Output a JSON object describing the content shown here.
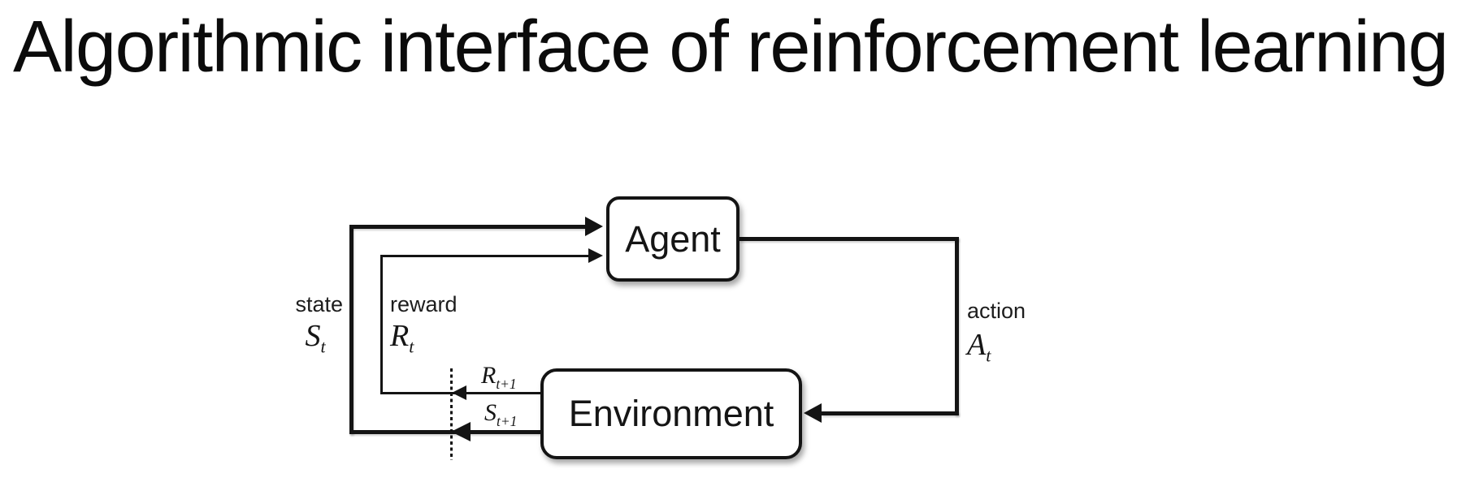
{
  "title": "Algorithmic interface of reinforcement learning",
  "diagram": {
    "agent_label": "Agent",
    "environment_label": "Environment",
    "state_word": "state",
    "state_symbol": "S",
    "state_sub": "t",
    "reward_word": "reward",
    "reward_symbol": "R",
    "reward_sub": "t",
    "action_word": "action",
    "action_symbol": "A",
    "action_sub": "t",
    "next_reward_symbol": "R",
    "next_reward_sub": "t+1",
    "next_state_symbol": "S",
    "next_state_sub": "t+1",
    "colors": {
      "line": "#141414",
      "background": "#ffffff"
    }
  }
}
